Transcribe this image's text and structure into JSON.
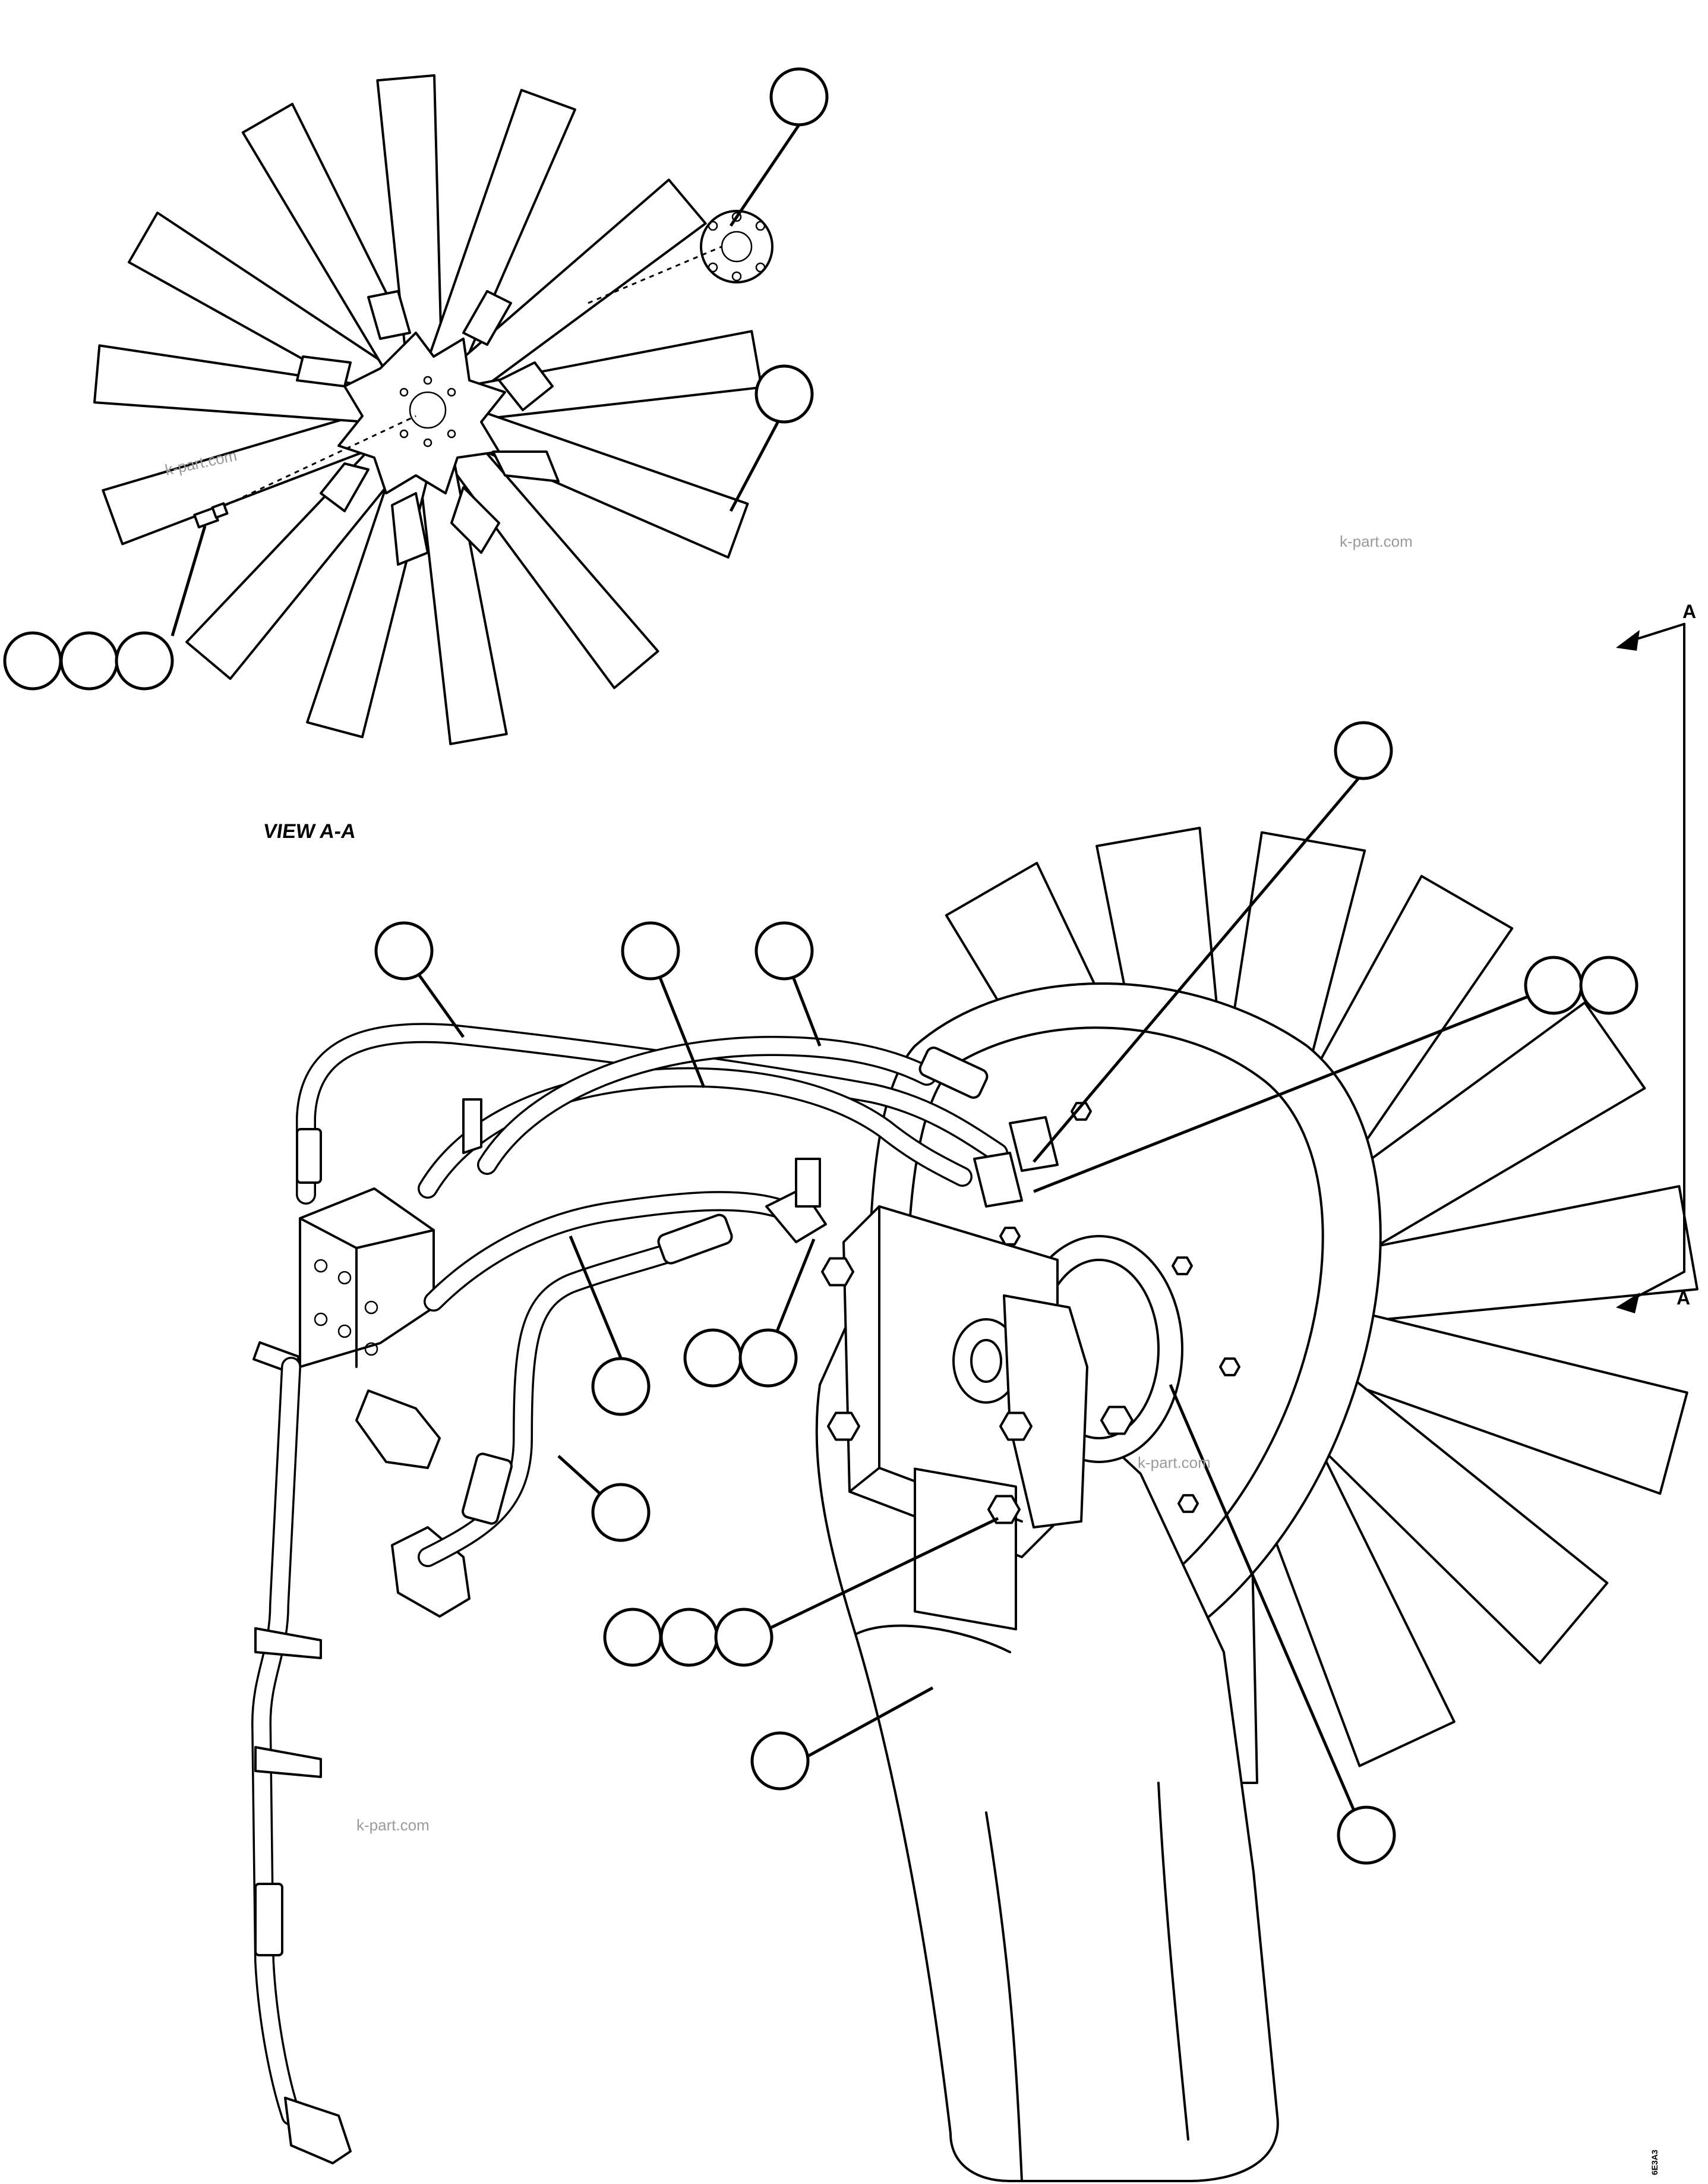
{
  "view_label": "VIEW A-A",
  "section_mark": "A",
  "watermark": "k-part.com",
  "drawing_code": "6E3A3"
}
